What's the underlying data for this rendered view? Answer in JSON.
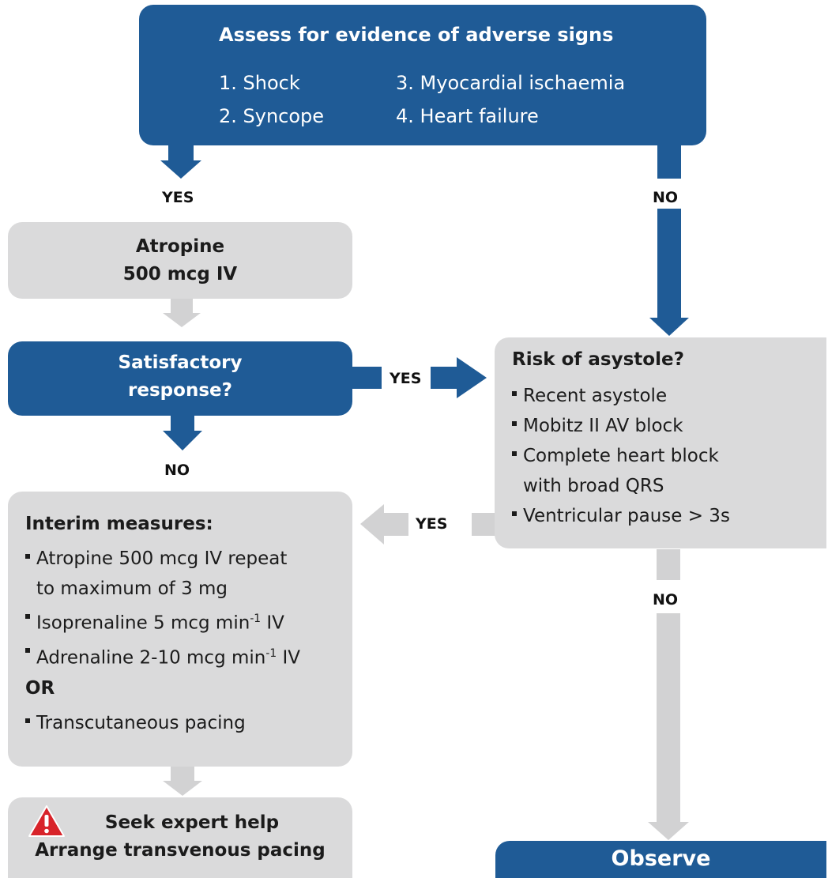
{
  "colors": {
    "blue": "#1f5b96",
    "grey": "#dadadb",
    "warning_red": "#d8232a"
  },
  "assess": {
    "title": "Assess for evidence of adverse signs",
    "items": [
      "1. Shock",
      "2. Syncope",
      "3. Myocardial ischaemia",
      "4. Heart failure"
    ]
  },
  "labels": {
    "yes_left": "YES",
    "no_right": "NO",
    "yes_middle": "YES",
    "no_left": "NO",
    "yes_lower": "YES",
    "no_lower_right": "NO"
  },
  "atropine": {
    "line1": "Atropine",
    "line2": "500 mcg IV"
  },
  "satisfactory": {
    "line1": "Satisfactory",
    "line2": "response?"
  },
  "risk": {
    "title": "Risk of asystole?",
    "items": [
      "Recent asystole",
      "Mobitz II AV block",
      "Complete heart block",
      "with broad QRS",
      "Ventricular pause > 3s"
    ]
  },
  "interim": {
    "title": "Interim measures:",
    "item1_line1": "Atropine 500 mcg IV repeat",
    "item1_line2": "to maximum of 3 mg",
    "item2_pre": "Isoprenaline 5 mcg min",
    "item2_sup": "-1",
    "item2_post": " IV",
    "item3_pre": "Adrenaline 2-10 mcg min",
    "item3_sup": "-1",
    "item3_post": " IV",
    "or": "OR",
    "item4": "Transcutaneous pacing"
  },
  "expert": {
    "icon": "warning-triangle-icon",
    "line1": "Seek expert help",
    "line2": "Arrange transvenous pacing"
  },
  "observe": {
    "label": "Observe"
  }
}
